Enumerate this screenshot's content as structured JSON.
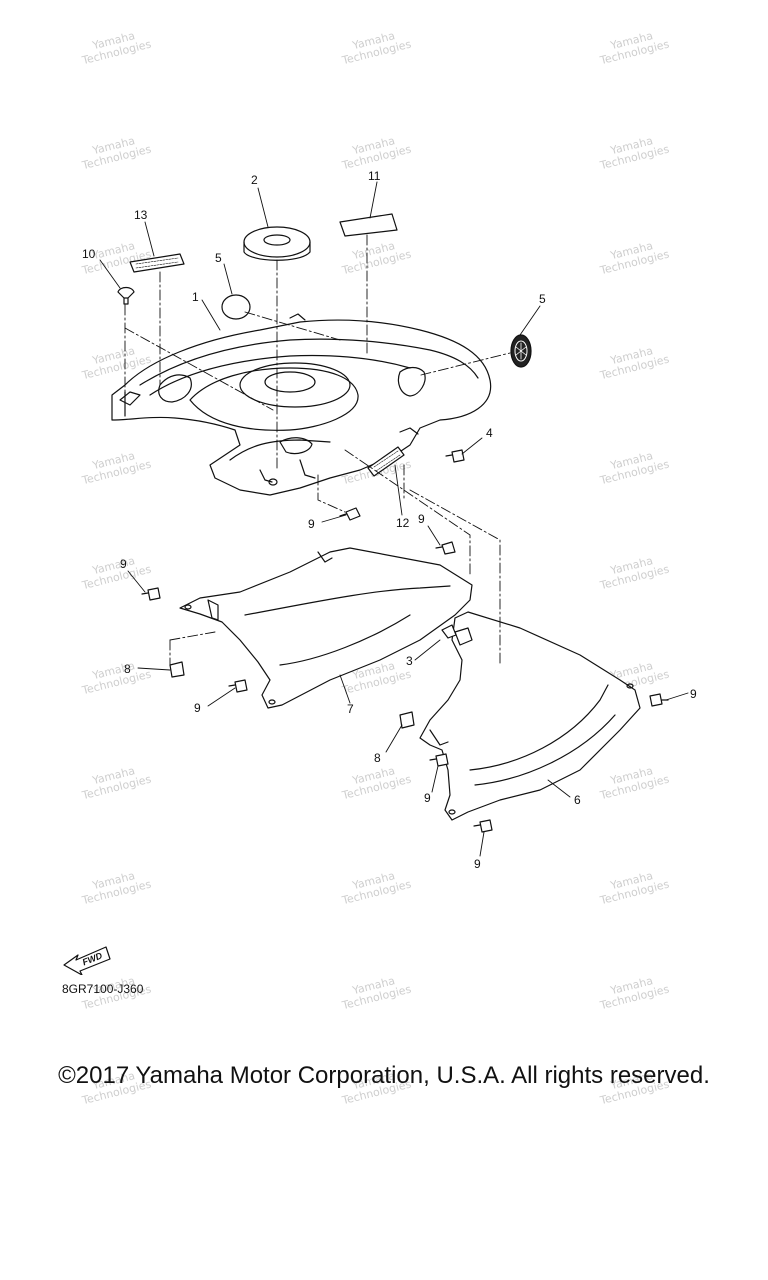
{
  "watermark": {
    "line1": "Yamaha",
    "line2": "Technologies"
  },
  "callouts": {
    "c1": "1",
    "c2": "2",
    "c3": "3",
    "c4": "4",
    "c5a": "5",
    "c5b": "5",
    "c6": "6",
    "c7": "7",
    "c8a": "8",
    "c8b": "8",
    "c9a": "9",
    "c9b": "9",
    "c9c": "9",
    "c9d": "9",
    "c9e": "9",
    "c9f": "9",
    "c9g": "9",
    "c10": "10",
    "c11": "11",
    "c12": "12",
    "c13": "13"
  },
  "fwd_label": "FWD",
  "diagram_code": "8GR7100-J360",
  "copyright": "©2017 Yamaha Motor Corporation, U.S.A. All rights reserved."
}
